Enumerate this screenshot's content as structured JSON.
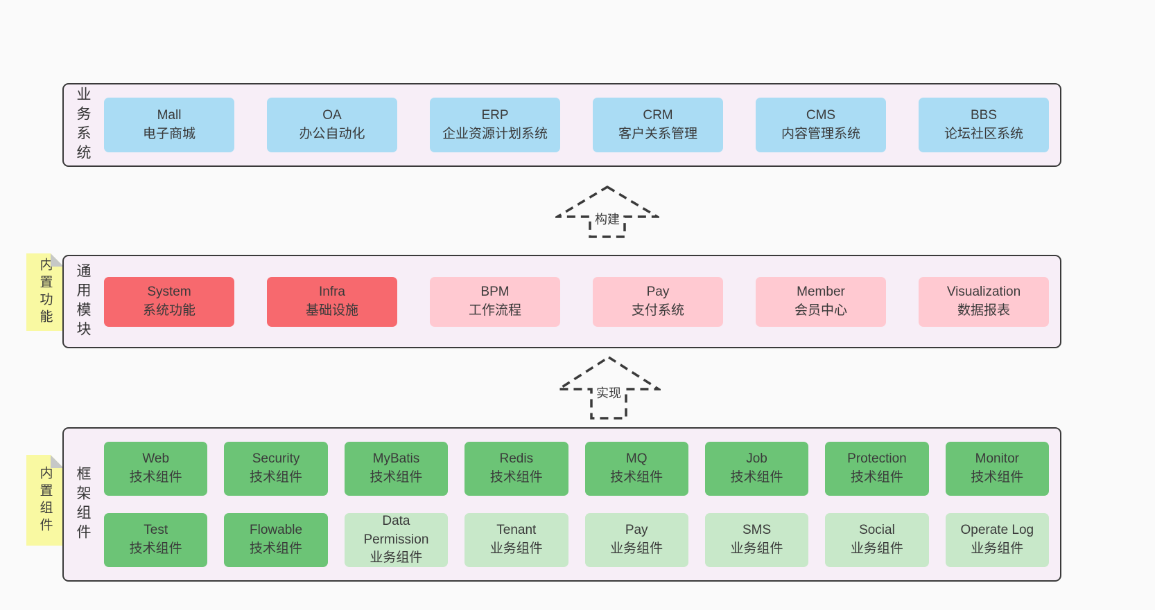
{
  "colors": {
    "page_bg": "#fafafa",
    "layer_bg": "#f7eef7",
    "layer_border": "#3a3a3a",
    "text": "#3a3a3a",
    "blue": "#aadcf4",
    "red": "#f7696e",
    "pink": "#ffc9d1",
    "green": "#6cc476",
    "light_green": "#c8e8c9",
    "note_yellow": "#f9f9a2",
    "note_fold": "#c6c8c7"
  },
  "arrows": [
    {
      "label": "构建"
    },
    {
      "label": "实现"
    }
  ],
  "notes": [
    {
      "text": "内置功能"
    },
    {
      "text": "内置组件"
    }
  ],
  "layers": [
    {
      "id": "business",
      "label": "业务系统",
      "boxes": [
        {
          "en": "Mall",
          "zh": "电子商城",
          "type": "blue"
        },
        {
          "en": "OA",
          "zh": "办公自动化",
          "type": "blue"
        },
        {
          "en": "ERP",
          "zh": "企业资源计划系统",
          "type": "blue"
        },
        {
          "en": "CRM",
          "zh": "客户关系管理",
          "type": "blue"
        },
        {
          "en": "CMS",
          "zh": "内容管理系统",
          "type": "blue"
        },
        {
          "en": "BBS",
          "zh": "论坛社区系统",
          "type": "blue"
        }
      ]
    },
    {
      "id": "modules",
      "label": "通用模块",
      "boxes": [
        {
          "en": "System",
          "zh": "系统功能",
          "type": "red"
        },
        {
          "en": "Infra",
          "zh": "基础设施",
          "type": "red"
        },
        {
          "en": "BPM",
          "zh": "工作流程",
          "type": "pink"
        },
        {
          "en": "Pay",
          "zh": "支付系统",
          "type": "pink"
        },
        {
          "en": "Member",
          "zh": "会员中心",
          "type": "pink"
        },
        {
          "en": "Visualization",
          "zh": "数据报表",
          "type": "pink"
        }
      ]
    },
    {
      "id": "components",
      "label": "框架组件",
      "boxes": [
        {
          "en": "Web",
          "zh": "技术组件",
          "type": "green"
        },
        {
          "en": "Security",
          "zh": "技术组件",
          "type": "green"
        },
        {
          "en": "MyBatis",
          "zh": "技术组件",
          "type": "green"
        },
        {
          "en": "Redis",
          "zh": "技术组件",
          "type": "green"
        },
        {
          "en": "MQ",
          "zh": "技术组件",
          "type": "green"
        },
        {
          "en": "Job",
          "zh": "技术组件",
          "type": "green"
        },
        {
          "en": "Protection",
          "zh": "技术组件",
          "type": "green"
        },
        {
          "en": "Monitor",
          "zh": "技术组件",
          "type": "green"
        },
        {
          "en": "Test",
          "zh": "技术组件",
          "type": "green"
        },
        {
          "en": "Flowable",
          "zh": "技术组件",
          "type": "green"
        },
        {
          "en": "Data\nPermission",
          "zh": "业务组件",
          "type": "light-green"
        },
        {
          "en": "Tenant",
          "zh": "业务组件",
          "type": "light-green"
        },
        {
          "en": "Pay",
          "zh": "业务组件",
          "type": "light-green"
        },
        {
          "en": "SMS",
          "zh": "业务组件",
          "type": "light-green"
        },
        {
          "en": "Social",
          "zh": "业务组件",
          "type": "light-green"
        },
        {
          "en": "Operate Log",
          "zh": "业务组件",
          "type": "light-green"
        }
      ]
    }
  ]
}
